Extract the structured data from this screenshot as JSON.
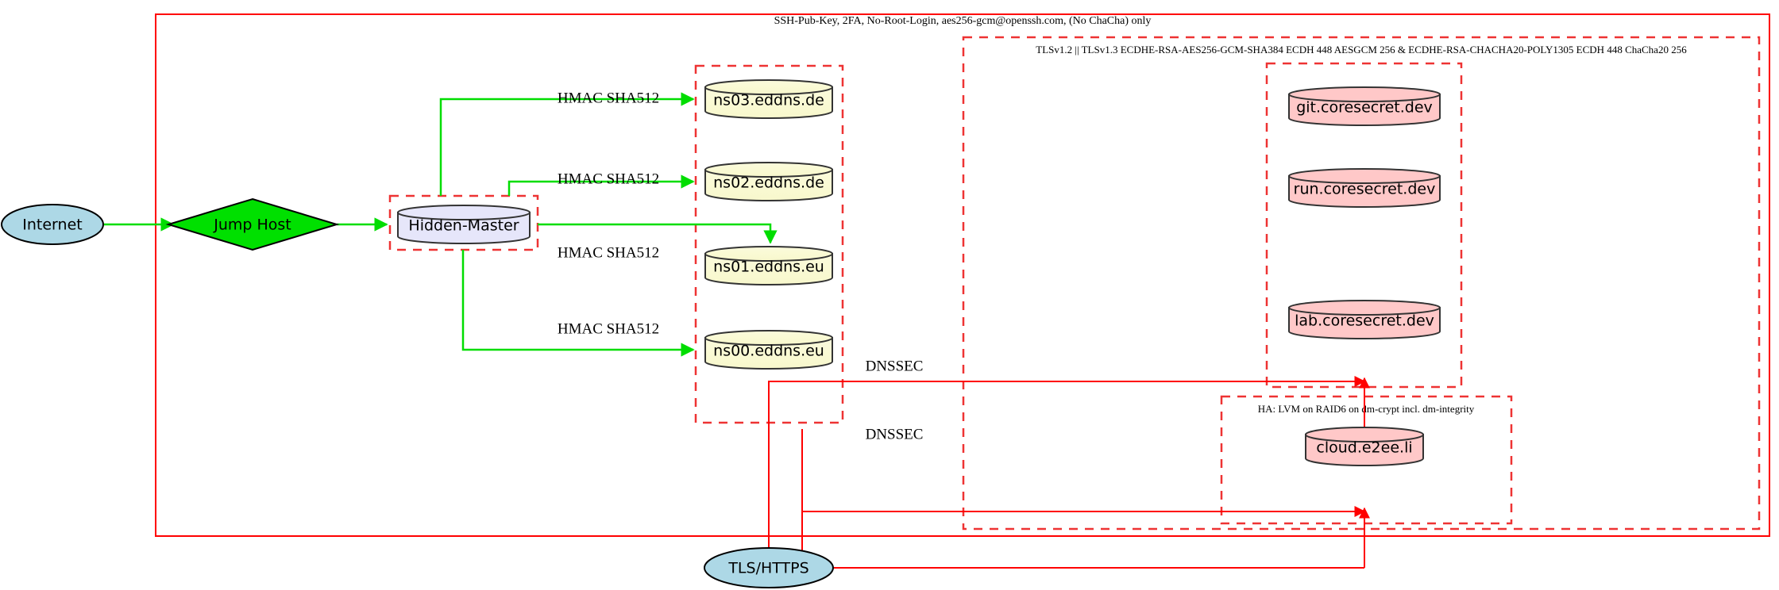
{
  "diagram": {
    "title_top": "SSH-Pub-Key, 2FA, No-Root-Login, aes256-gcm@openssh.com, (No ChaCha) only",
    "clusters": {
      "tls": "TLSv1.2 || TLSv1.3 ECDHE-RSA-AES256-GCM-SHA384 ECDH 448 AESGCM 256 & ECDHE-RSA-CHACHA20-POLY1305 ECDH 448 ChaCha20 256",
      "ha": "HA: LVM on RAID6 on dm-crypt incl. dm-integrity"
    },
    "nodes": {
      "internet": "Internet",
      "jump_host": "Jump Host",
      "hidden_master": "Hidden-Master",
      "ns03": "ns03.eddns.de",
      "ns02": "ns02.eddns.de",
      "ns01": "ns01.eddns.eu",
      "ns00": "ns00.eddns.eu",
      "git": "git.coresecret.dev",
      "run": "run.coresecret.dev",
      "lab": "lab.coresecret.dev",
      "cloud": "cloud.e2ee.li",
      "tls_https": "TLS/HTTPS"
    },
    "edge_labels": {
      "hmac_ns03": "HMAC SHA512",
      "hmac_ns02": "HMAC SHA512",
      "hmac_ns01": "HMAC SHA512",
      "hmac_ns00": "HMAC SHA512",
      "dnssec_upper": "DNSSEC",
      "dnssec_lower": "DNSSEC"
    },
    "colors": {
      "boundary_red": "#ff0000",
      "dashed_red": "#ee3333",
      "edge_green": "#00dd00",
      "node_blue": "#add8e6",
      "node_green": "#00e000",
      "node_lavender": "#e6e6fa",
      "node_yellow": "#fafad2",
      "node_pink": "#ffc8c8"
    }
  }
}
